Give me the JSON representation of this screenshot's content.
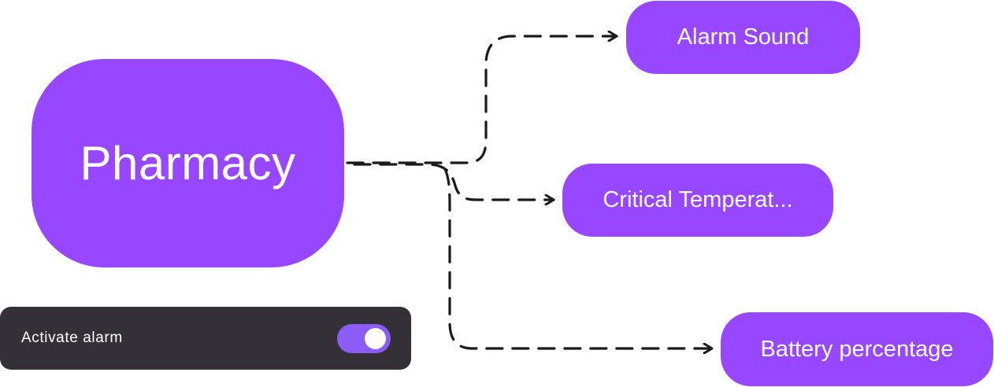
{
  "diagram": {
    "root": {
      "label": "Pharmacy"
    },
    "children": [
      {
        "label": "Alarm Sound"
      },
      {
        "label": "Critical Temperat..."
      },
      {
        "label": "Battery percentage"
      }
    ]
  },
  "alarm_toggle": {
    "label": "Activate alarm",
    "enabled": true
  },
  "colors": {
    "node": "#9747ff",
    "card": "#333137",
    "toggle_on": "#8b5cf6",
    "connector": "#1a1a1a"
  }
}
